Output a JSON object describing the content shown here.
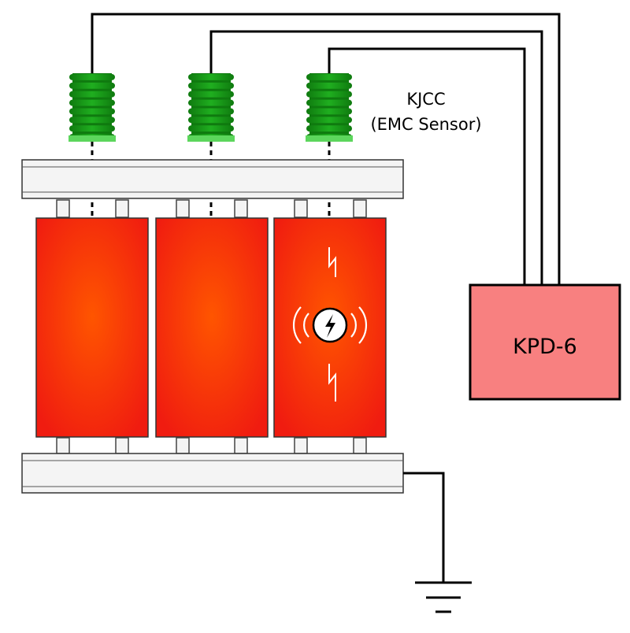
{
  "sensor_label": {
    "line1": "KJCC",
    "line2": "(EMC Sensor)"
  },
  "monitor": {
    "label": "KPD-6",
    "fill_color": "#f88080"
  },
  "sensor_color": "#1a9a1a",
  "sensor_highlight": "#5cd65c",
  "coil_color": "#f02010",
  "coil_glow": "#ff5500",
  "rail_color": "#f4f4f4",
  "partial_discharge_icon": "lightning-bolt-icon",
  "ground_icon": "ground-symbol-icon",
  "coil_count": 3,
  "sensor_count": 3
}
